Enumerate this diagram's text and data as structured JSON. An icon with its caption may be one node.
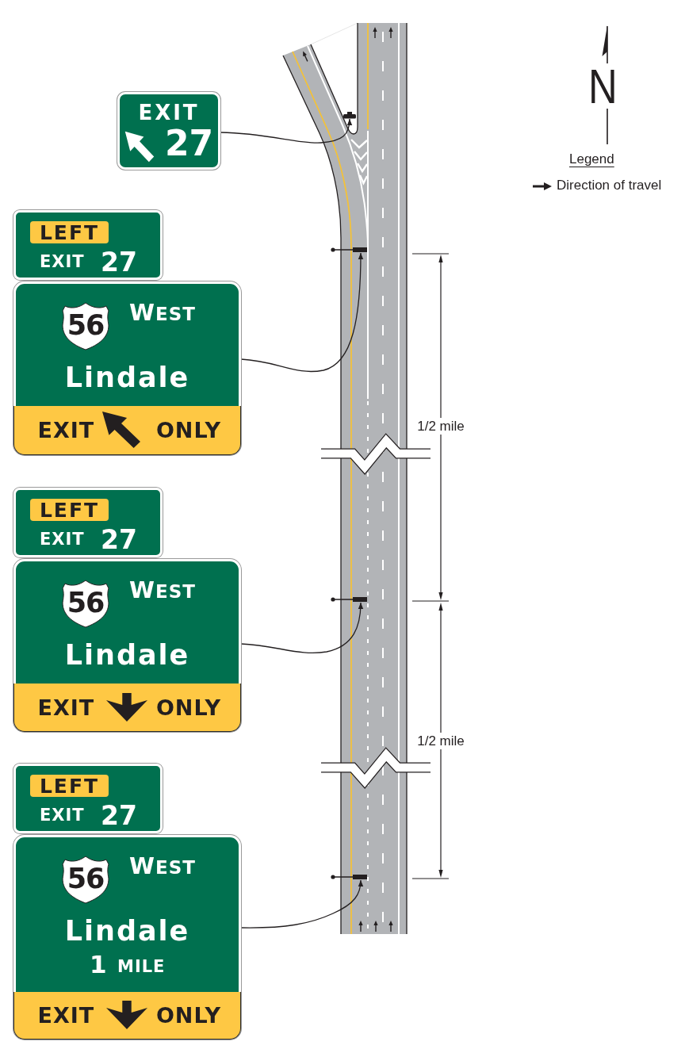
{
  "diagram": {
    "nodes": [
      {
        "text": [
          "EXIT",
          "27"
        ]
      },
      {
        "text": [],
        "shape": "bar"
      },
      {
        "text": [
          "EXIT",
          "27"
        ]
      },
      {
        "text": [
          "LEFT"
        ],
        "in": 2
      },
      {
        "text": [
          "WEST",
          "Lindale"
        ]
      },
      {
        "text": [
          "56"
        ],
        "in": 4
      },
      {
        "text": [
          "EXIT",
          "ONLY"
        ],
        "in": 4
      },
      {
        "text": [],
        "shape": "bar"
      },
      {
        "text": [
          "EXIT",
          "27"
        ]
      },
      {
        "text": [
          "LEFT"
        ],
        "in": 8
      },
      {
        "text": [
          "WEST",
          "Lindale"
        ]
      },
      {
        "text": [
          "56"
        ],
        "in": 10
      },
      {
        "text": [
          "EXIT",
          "ONLY"
        ],
        "in": 10
      },
      {
        "text": [],
        "shape": "bar"
      },
      {
        "text": [
          "EXIT",
          "27"
        ]
      },
      {
        "text": [
          "LEFT"
        ],
        "in": 14
      },
      {
        "text": [
          "WEST",
          "Lindale",
          "1",
          "MILE"
        ]
      },
      {
        "text": [
          "56"
        ],
        "in": 16
      },
      {
        "text": [
          "EXIT",
          "ONLY"
        ],
        "in": 16
      },
      {
        "text": [],
        "shape": "bar"
      }
    ],
    "edges": [
      {
        "from": 0,
        "to": 1,
        "arrow": "to"
      },
      {
        "from": 4,
        "to": 7,
        "arrow": "to"
      },
      {
        "from": 10,
        "to": 13,
        "arrow": "to"
      },
      {
        "from": 16,
        "to": 19,
        "arrow": "to"
      }
    ],
    "labels": [
      "N",
      "Legend",
      "1/2 mile",
      "1/2 mile"
    ],
    "legend": [
      {
        "text": "Direction of travel"
      }
    ]
  }
}
